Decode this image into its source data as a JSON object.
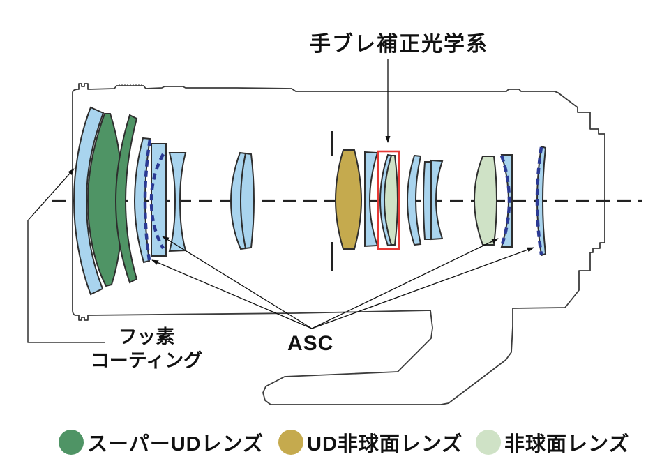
{
  "diagram": {
    "title_label": "手ブレ補正光学系",
    "fluorine_label_line1": "フッ素",
    "fluorine_label_line2": "コーティング",
    "asc_label": "ASC"
  },
  "legend": {
    "items": [
      {
        "label": "スーパーUDレンズ",
        "color_key": "green"
      },
      {
        "label": "UD非球面レンズ",
        "color_key": "gold"
      },
      {
        "label": "非球面レンズ",
        "color_key": "pale_green"
      }
    ]
  },
  "colors": {
    "blue": "#a9d4ee",
    "green": "#4f9465",
    "gold": "#c5aa4e",
    "pale_green": "#cfe2c6",
    "navy": "#2b3a94",
    "red": "#e53935",
    "outline": "#2e2e2e",
    "body": "#3c3c3c"
  }
}
